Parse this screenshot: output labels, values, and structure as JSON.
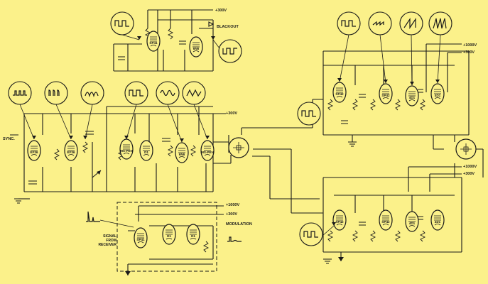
{
  "labels": {
    "v300_top": "+300V",
    "blackout": "BLACKOUT",
    "v300_mid": "+300V",
    "sync": "SYNC.",
    "v1000_mod": "+1000V",
    "v300_mod": "+300V",
    "modulation": "MODULATION",
    "signal_1": "SIGNAL",
    "signal_2": "FROM",
    "signal_3": "RECEIVER",
    "v1000_upper": "+1000V",
    "v300_upper": "+300V",
    "v1000_lower": "+1000V",
    "v300_lower": "+300V"
  },
  "tubes": [
    {
      "id": "blackout-sp41",
      "label": "SP41"
    },
    {
      "id": "blackout-6n6",
      "label": "6N6"
    },
    {
      "id": "sync-ef36a",
      "label": "EF36"
    },
    {
      "id": "sync-ef36b",
      "label": "EF36"
    },
    {
      "id": "sync-ms-pen",
      "label": "MS-PEN"
    },
    {
      "id": "sync-d1",
      "label": "D1"
    },
    {
      "id": "sync-6n6",
      "label": "6N6"
    },
    {
      "id": "sync-ms-pen2",
      "label": "MS-PEN"
    },
    {
      "id": "upper-sp42a",
      "label": "SP42"
    },
    {
      "id": "upper-sp42b",
      "label": "SP42"
    },
    {
      "id": "upper-4d1",
      "label": "4D1"
    },
    {
      "id": "upper-4d1b",
      "label": "4D1"
    },
    {
      "id": "lower-sp42a",
      "label": "SP42"
    },
    {
      "id": "lower-sp42b",
      "label": "SP42"
    },
    {
      "id": "lower-4d1",
      "label": "4D1"
    },
    {
      "id": "lower-4d1b",
      "label": "4D1"
    },
    {
      "id": "mod-sp41",
      "label": "SP41"
    },
    {
      "id": "mod-d1a",
      "label": "D1"
    },
    {
      "id": "mod-d1b",
      "label": "D1"
    }
  ],
  "waveforms": [
    {
      "id": "blackout-in",
      "shape": "square"
    },
    {
      "id": "blackout-out",
      "shape": "neg-square"
    },
    {
      "id": "sync-pulse",
      "shape": "pulses"
    },
    {
      "id": "sync-trigger",
      "shape": "trigger"
    },
    {
      "id": "sync-sine",
      "shape": "humps"
    },
    {
      "id": "sync-square",
      "shape": "square"
    },
    {
      "id": "sync-sine2",
      "shape": "sine"
    },
    {
      "id": "sync-sine3",
      "shape": "peaks"
    },
    {
      "id": "crt-square",
      "shape": "square"
    },
    {
      "id": "upper-square",
      "shape": "square"
    },
    {
      "id": "upper-saw-small",
      "shape": "small-saw"
    },
    {
      "id": "upper-saw",
      "shape": "saw"
    },
    {
      "id": "upper-saw2",
      "shape": "saw-tall"
    },
    {
      "id": "lower-square",
      "shape": "square"
    },
    {
      "id": "mod-input",
      "shape": "spike"
    },
    {
      "id": "mod-output",
      "shape": "bump"
    }
  ],
  "colors": {
    "background": "#fbf18a",
    "ink": "#1a1a1a"
  }
}
